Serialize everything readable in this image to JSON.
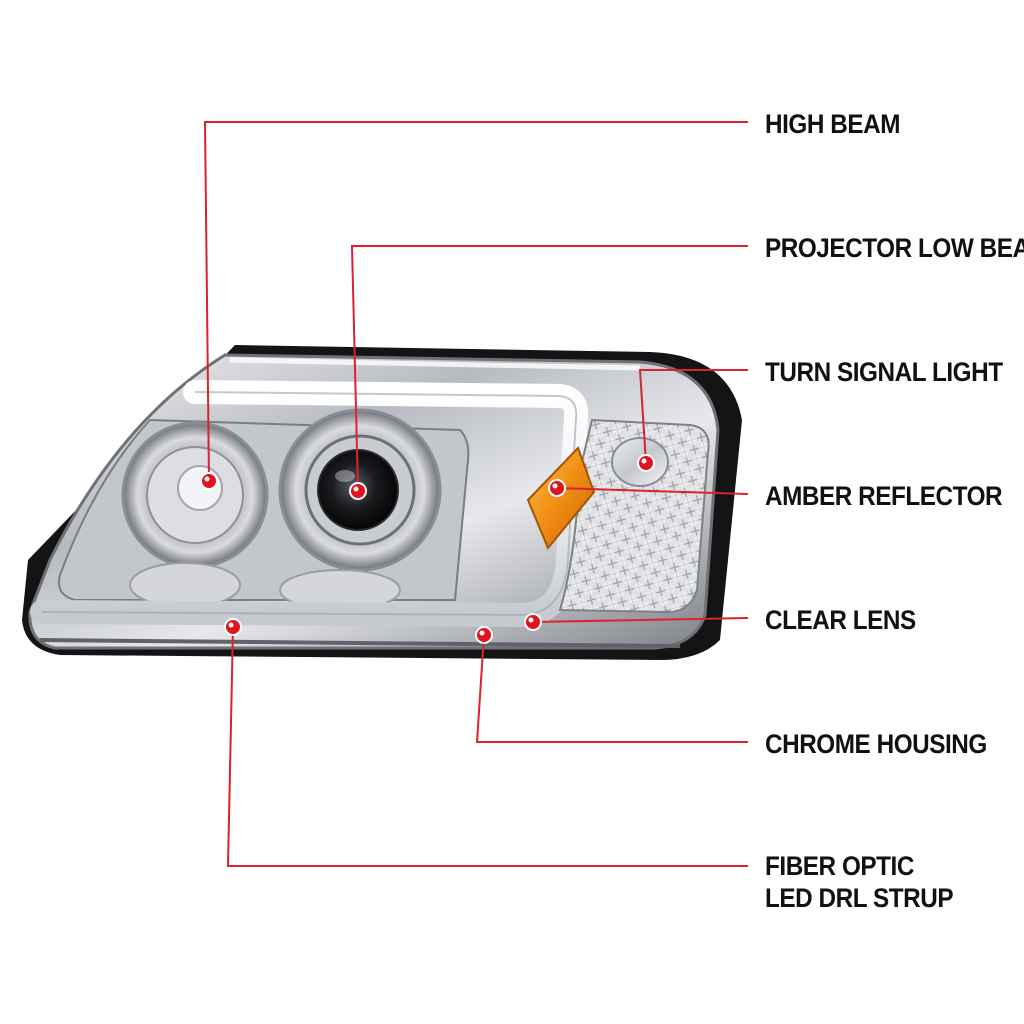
{
  "colors": {
    "leader_line": "#d9232e",
    "dot": "#e0141f",
    "dot_highlight": "#ffffff",
    "chrome_dark": "#6f7278",
    "chrome_mid": "#b9bcc2",
    "chrome_light": "#eef0f3",
    "amber": "#f29a1e",
    "housing_black": "#141414"
  },
  "callouts": [
    {
      "id": "high-beam",
      "lines": [
        "HIGH BEAM"
      ]
    },
    {
      "id": "projector-low-beam",
      "lines": [
        "PROJECTOR LOW BEAM"
      ]
    },
    {
      "id": "turn-signal-light",
      "lines": [
        "TURN SIGNAL LIGHT"
      ]
    },
    {
      "id": "amber-reflector",
      "lines": [
        "AMBER REFLECTOR"
      ]
    },
    {
      "id": "clear-lens",
      "lines": [
        "CLEAR LENS"
      ]
    },
    {
      "id": "chrome-housing",
      "lines": [
        "CHROME HOUSING"
      ]
    },
    {
      "id": "fiber-optic-led-drl-strup",
      "lines": [
        "FIBER OPTIC",
        "LED DRL STRUP"
      ]
    }
  ]
}
